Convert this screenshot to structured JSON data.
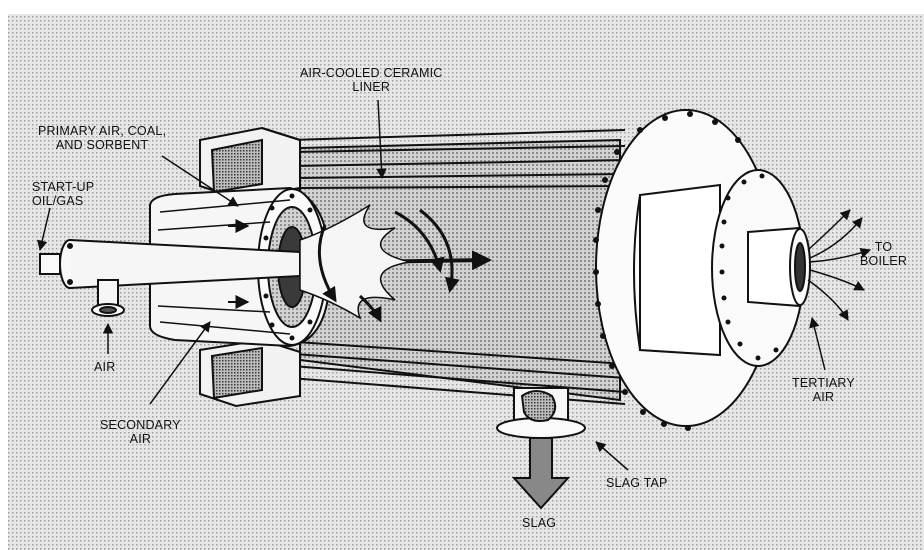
{
  "labels": {
    "liner": [
      "AIR-COOLED CERAMIC",
      "LINER"
    ],
    "primary": [
      "PRIMARY AIR, COAL,",
      "AND SORBENT"
    ],
    "startup": [
      "START-UP",
      "OIL/GAS"
    ],
    "air": "AIR",
    "secondary": [
      "SECONDARY",
      "AIR"
    ],
    "slag_tap": "SLAG TAP",
    "slag": "SLAG",
    "tertiary": [
      "TERTIARY",
      "AIR"
    ],
    "boiler": [
      "TO",
      "BOILER"
    ]
  },
  "colors": {
    "ink": "#111111",
    "shade": "#9a9a9a",
    "light": "#e4e4e4",
    "dark": "#555555"
  }
}
